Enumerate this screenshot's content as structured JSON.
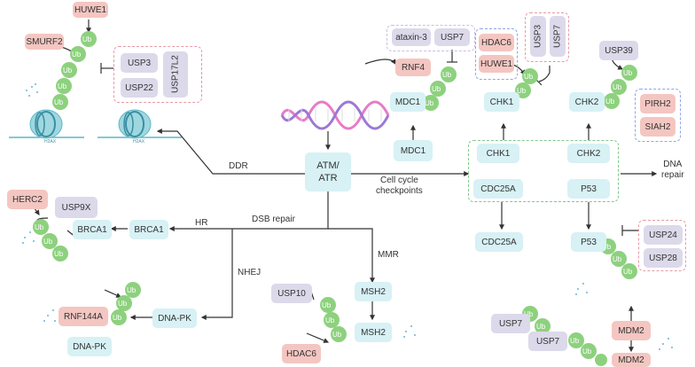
{
  "center": {
    "atm": "ATM/\nATR"
  },
  "arrows": {
    "ddr": "DDR",
    "hr": "HR",
    "dsb": "DSB repair",
    "nhej": "NHEJ",
    "mmr": "MMR",
    "checkpoints": "Cell cycle\ncheckpoints",
    "dna_repair": "DNA\nrepair"
  },
  "proteins": {
    "huwe1_top": "HUWE1",
    "smurf2": "SMURF2",
    "usp3_top": "USP3",
    "usp22": "USP22",
    "usp17l2": "USP17L2",
    "h2ax_a": "H2AX",
    "h2ax_b": "H2AX",
    "ataxin3": "ataxin-3",
    "usp7_mdc": "USP7",
    "rnf4": "RNF4",
    "mdc1_top": "MDC1",
    "mdc1": "MDC1",
    "hdac6_chk": "HDAC6",
    "huwe1_chk": "HUWE1",
    "usp3_chk": "USP3",
    "usp7_chk": "USP7",
    "chk1_top": "CHK1",
    "usp39": "USP39",
    "chk2_top": "CHK2",
    "pirh2": "PIRH2",
    "siah2": "SIAH2",
    "chk1": "CHK1",
    "chk2": "CHK2",
    "cdc25a": "CDC25A",
    "p53": "P53",
    "cdc25a_low": "CDC25A",
    "usp7_cdc": "USP7",
    "p53_low": "P53",
    "usp24": "USP24",
    "usp28": "USP28",
    "mdm2_a": "MDM2",
    "mdm2_b": "MDM2",
    "usp7_mdm": "USP7",
    "herc2": "HERC2",
    "usp9x": "USP9X",
    "brca1_ub": "BRCA1",
    "brca1": "BRCA1",
    "rnf144a": "RNF144A",
    "dnapk_ub": "DNA-PK",
    "dnapk": "DNA-PK",
    "usp10": "USP10",
    "hdac6_msh": "HDAC6",
    "msh2": "MSH2",
    "msh2_ub": "MSH2"
  },
  "ub_label": "Ub",
  "colors": {
    "ub": "#8dd17e",
    "cyan": "#d7f1f5",
    "pink": "#f4c6c1",
    "lavender": "#dcd9ea",
    "dna_pink": "#e77bc7",
    "dna_purple": "#9b78d6",
    "nucleosome": "#5bb8c9"
  }
}
